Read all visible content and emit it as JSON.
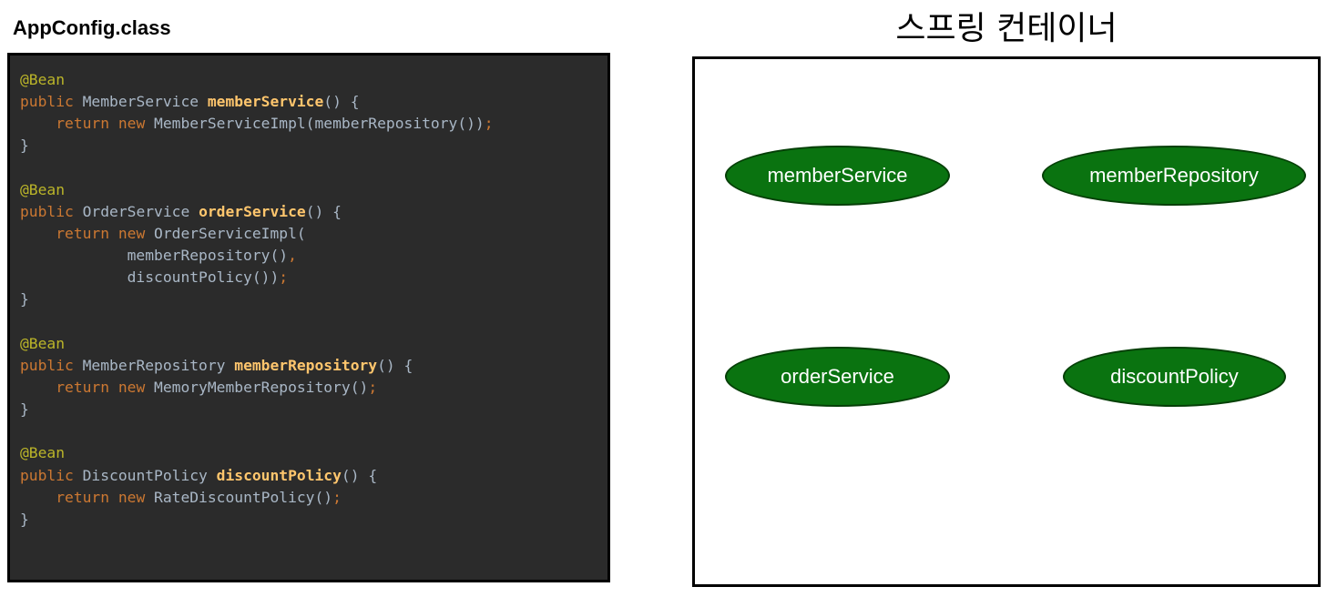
{
  "left_title": "AppConfig.class",
  "right_title": "스프링 컨테이너",
  "code_lines": [
    [
      {
        "t": "annotation",
        "v": "@Bean"
      }
    ],
    [
      {
        "t": "keyword",
        "v": "public "
      },
      {
        "t": "plain",
        "v": "MemberService "
      },
      {
        "t": "method",
        "v": "memberService"
      },
      {
        "t": "plain",
        "v": "() {"
      }
    ],
    [
      {
        "t": "plain",
        "v": "    "
      },
      {
        "t": "keyword",
        "v": "return new "
      },
      {
        "t": "plain",
        "v": "MemberServiceImpl(memberRepository())"
      },
      {
        "t": "punct",
        "v": ";"
      }
    ],
    [
      {
        "t": "plain",
        "v": "}"
      }
    ],
    [],
    [
      {
        "t": "annotation",
        "v": "@Bean"
      }
    ],
    [
      {
        "t": "keyword",
        "v": "public "
      },
      {
        "t": "plain",
        "v": "OrderService "
      },
      {
        "t": "method",
        "v": "orderService"
      },
      {
        "t": "plain",
        "v": "() {"
      }
    ],
    [
      {
        "t": "plain",
        "v": "    "
      },
      {
        "t": "keyword",
        "v": "return new "
      },
      {
        "t": "plain",
        "v": "OrderServiceImpl("
      }
    ],
    [
      {
        "t": "plain",
        "v": "            memberRepository()"
      },
      {
        "t": "punct",
        "v": ","
      }
    ],
    [
      {
        "t": "plain",
        "v": "            discountPolicy())"
      },
      {
        "t": "punct",
        "v": ";"
      }
    ],
    [
      {
        "t": "plain",
        "v": "}"
      }
    ],
    [],
    [
      {
        "t": "annotation",
        "v": "@Bean"
      }
    ],
    [
      {
        "t": "keyword",
        "v": "public "
      },
      {
        "t": "plain",
        "v": "MemberRepository "
      },
      {
        "t": "method",
        "v": "memberRepository"
      },
      {
        "t": "plain",
        "v": "() {"
      }
    ],
    [
      {
        "t": "plain",
        "v": "    "
      },
      {
        "t": "keyword",
        "v": "return new "
      },
      {
        "t": "plain",
        "v": "MemoryMemberRepository()"
      },
      {
        "t": "punct",
        "v": ";"
      }
    ],
    [
      {
        "t": "plain",
        "v": "}"
      }
    ],
    [],
    [
      {
        "t": "annotation",
        "v": "@Bean"
      }
    ],
    [
      {
        "t": "keyword",
        "v": "public "
      },
      {
        "t": "plain",
        "v": "DiscountPolicy "
      },
      {
        "t": "method",
        "v": "discountPolicy"
      },
      {
        "t": "plain",
        "v": "() {"
      }
    ],
    [
      {
        "t": "plain",
        "v": "    "
      },
      {
        "t": "keyword",
        "v": "return new "
      },
      {
        "t": "plain",
        "v": "RateDiscountPolicy()"
      },
      {
        "t": "punct",
        "v": ";"
      }
    ],
    [
      {
        "t": "plain",
        "v": "}"
      }
    ]
  ],
  "beans": {
    "member_service": "memberService",
    "member_repository": "memberRepository",
    "order_service": "orderService",
    "discount_policy": "discountPolicy"
  },
  "colors": {
    "bean_fill": "#0a7310",
    "code_background": "#2b2b2b",
    "annotation": "#bbb529",
    "keyword": "#cc7832",
    "method": "#ffc66d",
    "plain": "#a9b7c6"
  }
}
